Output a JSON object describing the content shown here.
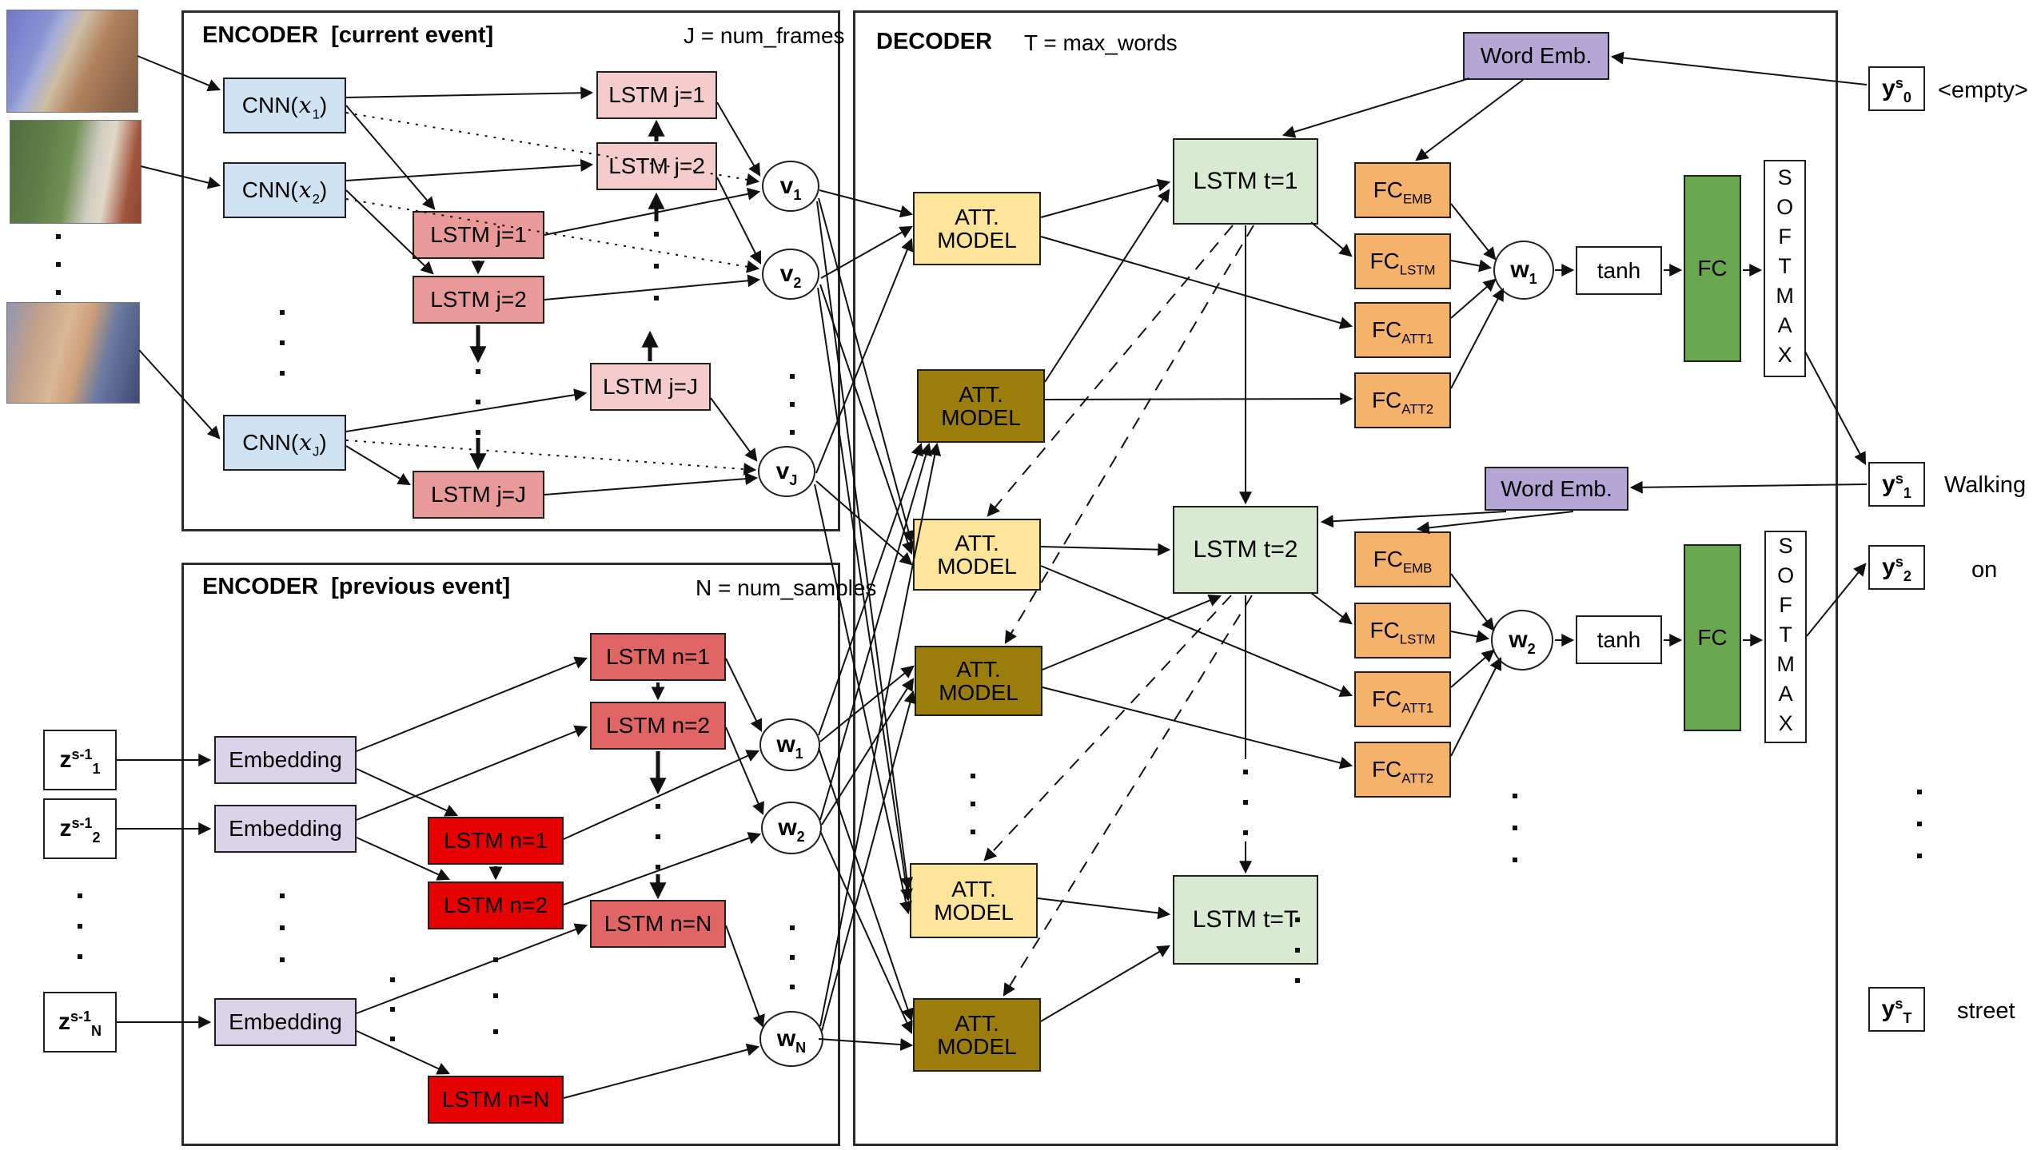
{
  "colors": {
    "cnn": "#cfe2f3",
    "lstm_pink": "#f4cccc",
    "lstm_rose": "#ea9999",
    "lstm_salmon": "#e06666",
    "lstm_red": "#e60000",
    "embedding": "#d9d2e9",
    "att_current": "#ffe599",
    "att_previous": "#9a7d0b",
    "lstm_decoder": "#d9ead3",
    "fc_orange": "#f6b26b",
    "word_emb": "#b4a7d6",
    "fc_green": "#6aa84f"
  },
  "photos": [
    "egocentric-frame-1",
    "egocentric-frame-2",
    "egocentric-frame-3"
  ],
  "encoder_current": {
    "title": "ENCODER  [current event]",
    "param": "J = num_frames",
    "cnn": [
      {
        "pre": "CNN(",
        "var": "x",
        "sub": "1",
        "post": ")"
      },
      {
        "pre": "CNN(",
        "var": "x",
        "sub": "2",
        "post": ")"
      },
      {
        "pre": "CNN(",
        "var": "x",
        "sub": "J",
        "post": ")"
      }
    ],
    "lstm_top": [
      "LSTM j=1",
      "LSTM j=2",
      "LSTM j=J"
    ],
    "lstm_bottom": [
      "LSTM j=1",
      "LSTM j=2",
      "LSTM j=J"
    ],
    "v_nodes": [
      {
        "base": "v",
        "sub": "1"
      },
      {
        "base": "v",
        "sub": "2"
      },
      {
        "base": "v",
        "sub": "J"
      }
    ]
  },
  "encoder_previous": {
    "title": "ENCODER  [previous event]",
    "param": "N = num_samples",
    "z_inputs": [
      {
        "base": "z",
        "sup": "s-1",
        "sub": "1"
      },
      {
        "base": "z",
        "sup": "s-1",
        "sub": "2"
      },
      {
        "base": "z",
        "sup": "s-1",
        "sub": "N"
      }
    ],
    "embeddings": [
      "Embedding",
      "Embedding",
      "Embedding"
    ],
    "lstm_top": [
      "LSTM n=1",
      "LSTM n=2",
      "LSTM n=N"
    ],
    "lstm_bottom": [
      "LSTM n=1",
      "LSTM n=2",
      "LSTM n=N"
    ],
    "w_nodes": [
      {
        "base": "w",
        "sub": "1"
      },
      {
        "base": "w",
        "sub": "2"
      },
      {
        "base": "w",
        "sub": "N"
      }
    ]
  },
  "decoder": {
    "title": "DECODER",
    "param": "T = max_words",
    "att_label": {
      "line1": "ATT.",
      "line2": "MODEL"
    },
    "lstm": [
      "LSTM t=1",
      "LSTM t=2",
      "LSTM t=T"
    ],
    "word_emb": [
      "Word Emb.",
      "Word Emb."
    ],
    "fc_base": "FC",
    "fc_subs": [
      "EMB",
      "LSTM",
      "ATT1",
      "ATT2"
    ],
    "w_nodes": [
      {
        "base": "w",
        "sub": "1"
      },
      {
        "base": "w",
        "sub": "2"
      }
    ],
    "tanh": [
      "tanh",
      "tanh"
    ],
    "fc_final": [
      "FC",
      "FC"
    ],
    "softmax": [
      "SOFTMAX",
      "SOFTMAX"
    ]
  },
  "outputs": [
    {
      "base": "y",
      "sup": "s",
      "sub": "0",
      "word": "<empty>"
    },
    {
      "base": "y",
      "sup": "s",
      "sub": "1",
      "word": "Walking"
    },
    {
      "base": "y",
      "sup": "s",
      "sub": "2",
      "word": "on"
    },
    {
      "base": "y",
      "sup": "s",
      "sub": "T",
      "word": "street"
    }
  ]
}
